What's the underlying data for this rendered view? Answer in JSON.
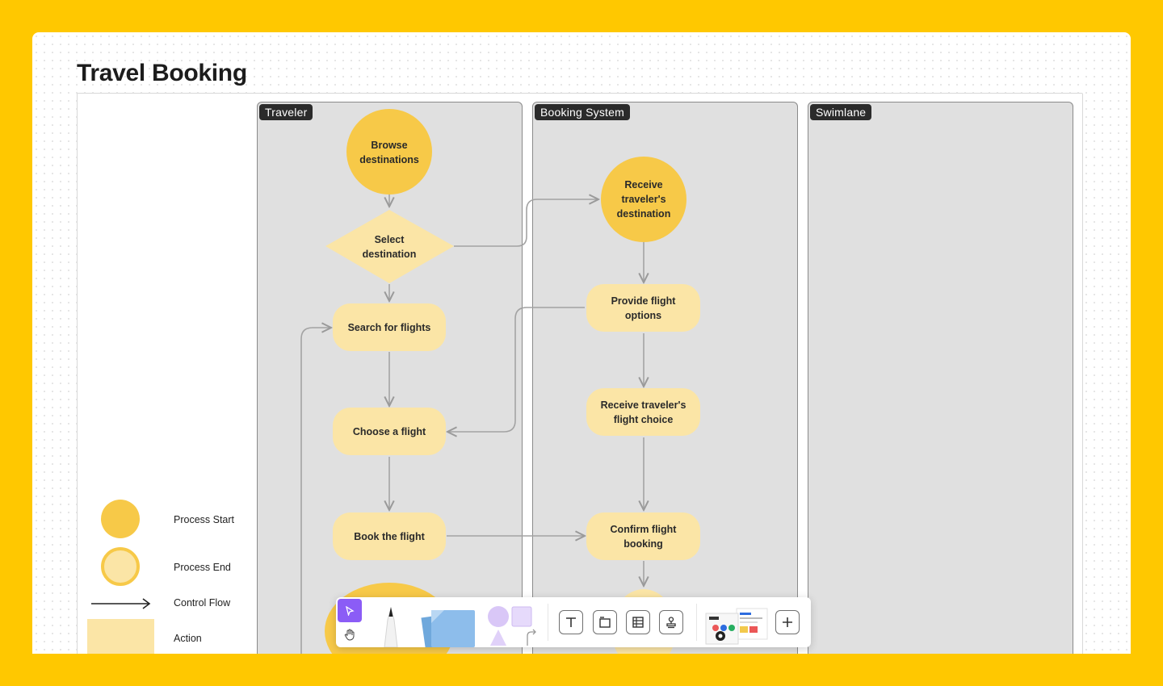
{
  "board": {
    "title": "Travel Booking"
  },
  "lanes": [
    {
      "label": "Traveler"
    },
    {
      "label": "Booking System"
    },
    {
      "label": "Swimlane"
    }
  ],
  "nodes": {
    "browse": "Browse\ndestinations",
    "select": "Select\ndestination",
    "search": "Search for flights",
    "choose": "Choose a flight",
    "book": "Book the flight",
    "receive_dest": "Receive\ntraveler's\ndestination",
    "provide": "Provide flight\noptions",
    "receive_choice": "Receive traveler's\nflight choice",
    "confirm": "Confirm flight\nbooking"
  },
  "legend": {
    "process_start": "Process Start",
    "process_end": "Process End",
    "control_flow": "Control Flow",
    "action": "Action"
  },
  "toolbar": {
    "tools": [
      "select-tool",
      "hand-tool",
      "pen-tool",
      "sticky-notes",
      "shapes",
      "text-tool",
      "frame-tool",
      "table-tool",
      "stamp-tool",
      "templates",
      "add-more"
    ],
    "accent": "#8B5CF6"
  },
  "colors": {
    "background": "#FFC800",
    "start_node": "#F7C948",
    "action_node": "#FBE5A6",
    "lane_fill": "#E0E0E0"
  }
}
